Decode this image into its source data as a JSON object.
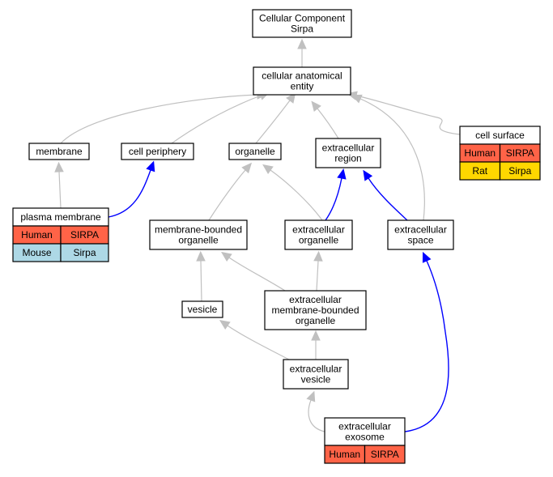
{
  "colors": {
    "edge_gray": "#c0c0c0",
    "edge_blue": "#0000ff",
    "human": "#ff6347",
    "mouse": "#add8e6",
    "rat": "#ffd700",
    "node_border": "#000000",
    "node_fill": "#ffffff"
  },
  "nodes": [
    {
      "id": "root",
      "lines": [
        "Cellular Component",
        "Sirpa"
      ],
      "orthologs": []
    },
    {
      "id": "cae",
      "lines": [
        "cellular anatomical",
        "entity"
      ],
      "orthologs": []
    },
    {
      "id": "membrane",
      "lines": [
        "membrane"
      ],
      "orthologs": []
    },
    {
      "id": "cell-periphery",
      "lines": [
        "cell periphery"
      ],
      "orthologs": []
    },
    {
      "id": "organelle",
      "lines": [
        "organelle"
      ],
      "orthologs": []
    },
    {
      "id": "extracellular-region",
      "lines": [
        "extracellular",
        "region"
      ],
      "orthologs": []
    },
    {
      "id": "cell-surface",
      "lines": [
        "cell surface"
      ],
      "orthologs": [
        {
          "species": "Human",
          "gene": "SIRPA",
          "color": "human"
        },
        {
          "species": "Rat",
          "gene": "Sirpa",
          "color": "rat"
        }
      ]
    },
    {
      "id": "plasma-membrane",
      "lines": [
        "plasma membrane"
      ],
      "orthologs": [
        {
          "species": "Human",
          "gene": "SIRPA",
          "color": "human"
        },
        {
          "species": "Mouse",
          "gene": "Sirpa",
          "color": "mouse"
        }
      ]
    },
    {
      "id": "mbo",
      "lines": [
        "membrane-bounded",
        "organelle"
      ],
      "orthologs": []
    },
    {
      "id": "extracellular-organelle",
      "lines": [
        "extracellular",
        "organelle"
      ],
      "orthologs": []
    },
    {
      "id": "extracellular-space",
      "lines": [
        "extracellular",
        "space"
      ],
      "orthologs": []
    },
    {
      "id": "vesicle",
      "lines": [
        "vesicle"
      ],
      "orthologs": []
    },
    {
      "id": "embo",
      "lines": [
        "extracellular",
        "membrane-bounded",
        "organelle"
      ],
      "orthologs": []
    },
    {
      "id": "extracellular-vesicle",
      "lines": [
        "extracellular",
        "vesicle"
      ],
      "orthologs": []
    },
    {
      "id": "extracellular-exosome",
      "lines": [
        "extracellular",
        "exosome"
      ],
      "orthologs": [
        {
          "species": "Human",
          "gene": "SIRPA",
          "color": "human"
        }
      ]
    }
  ],
  "edges": [
    {
      "from": "cae",
      "to": "root",
      "color": "edge_gray"
    },
    {
      "from": "membrane",
      "to": "cae",
      "color": "edge_gray"
    },
    {
      "from": "cell-periphery",
      "to": "cae",
      "color": "edge_gray"
    },
    {
      "from": "organelle",
      "to": "cae",
      "color": "edge_gray"
    },
    {
      "from": "extracellular-region",
      "to": "cae",
      "color": "edge_gray"
    },
    {
      "from": "cell-surface",
      "to": "cae",
      "color": "edge_gray"
    },
    {
      "from": "extracellular-space",
      "to": "cae",
      "color": "edge_gray"
    },
    {
      "from": "plasma-membrane",
      "to": "membrane",
      "color": "edge_gray"
    },
    {
      "from": "plasma-membrane",
      "to": "cell-periphery",
      "color": "edge_blue"
    },
    {
      "from": "mbo",
      "to": "organelle",
      "color": "edge_gray"
    },
    {
      "from": "extracellular-organelle",
      "to": "organelle",
      "color": "edge_gray"
    },
    {
      "from": "extracellular-organelle",
      "to": "extracellular-region",
      "color": "edge_blue"
    },
    {
      "from": "extracellular-space",
      "to": "extracellular-region",
      "color": "edge_blue"
    },
    {
      "from": "vesicle",
      "to": "mbo",
      "color": "edge_gray"
    },
    {
      "from": "embo",
      "to": "mbo",
      "color": "edge_gray"
    },
    {
      "from": "embo",
      "to": "extracellular-organelle",
      "color": "edge_gray"
    },
    {
      "from": "extracellular-vesicle",
      "to": "vesicle",
      "color": "edge_gray"
    },
    {
      "from": "extracellular-vesicle",
      "to": "embo",
      "color": "edge_gray"
    },
    {
      "from": "extracellular-exosome",
      "to": "extracellular-vesicle",
      "color": "edge_gray"
    },
    {
      "from": "extracellular-exosome",
      "to": "extracellular-space",
      "color": "edge_blue"
    }
  ]
}
